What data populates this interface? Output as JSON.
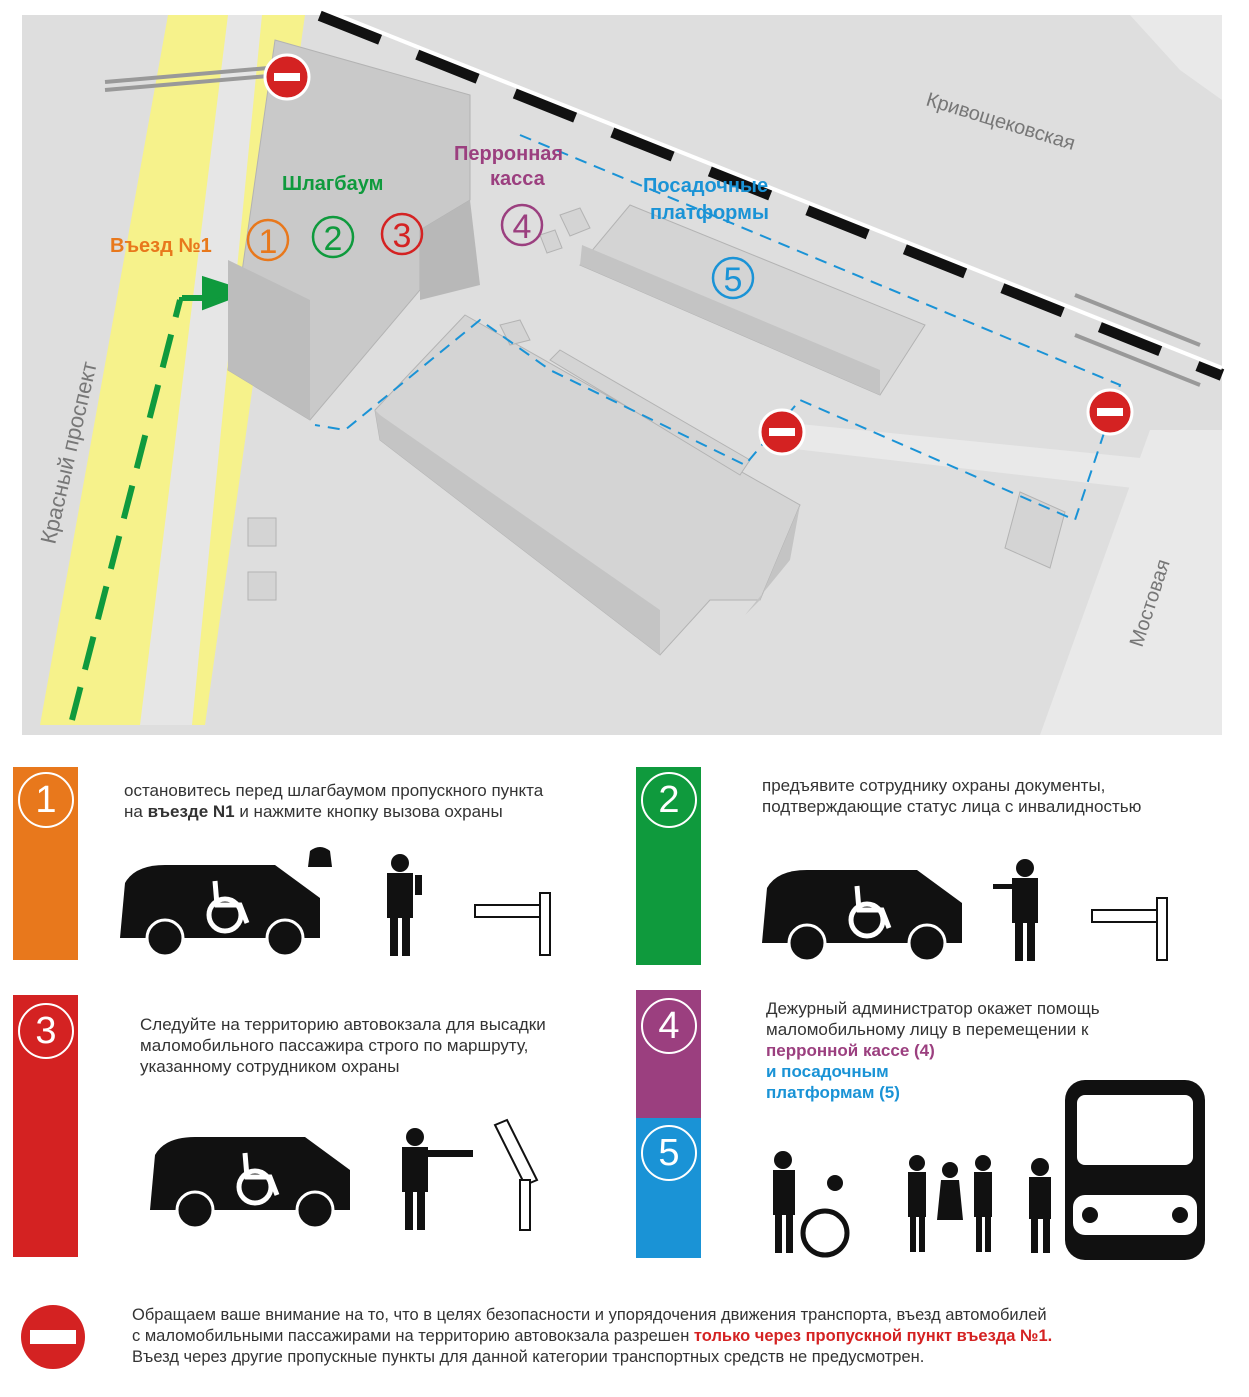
{
  "map": {
    "street_left": "Красный проспект",
    "street_top": "Кривощековская",
    "street_right": "Мостовая",
    "label_entry": "Въезд №1",
    "label_barrier": "Шлагбаум",
    "label_kassa_1": "Перронная",
    "label_kassa_2": "касса",
    "label_platform_1": "Посадочные",
    "label_platform_2": "платформы",
    "num1": "1",
    "num2": "2",
    "num3": "3",
    "num4": "4",
    "num5": "5",
    "colors": {
      "orange": "#e8781c",
      "green": "#0f9a3d",
      "red": "#d42222",
      "purple": "#9b3f7f",
      "blue": "#1a93d6",
      "yellow": "#f6f28b"
    }
  },
  "steps": {
    "s1": {
      "num": "1",
      "line1": "остановитесь перед шлагбаумом пропускного пункта",
      "line2_pre": "на ",
      "line2_bold": "въезде N1",
      "line2_post": " и нажмите кнопку вызова охраны"
    },
    "s2": {
      "num": "2",
      "line1": "предъявите сотруднику охраны документы,",
      "line2": "подтверждающие статус лица с инвалидностью"
    },
    "s3": {
      "num": "3",
      "line1": "Следуйте  на территорию автовокзала для высадки",
      "line2": "маломобильного пассажира строго по маршруту,",
      "line3": "указанному сотрудником охраны"
    },
    "s45": {
      "num4": "4",
      "num5": "5",
      "line1": "Дежурный администратор окажет помощь",
      "line2": "маломобильному лицу в перемещении к",
      "line3": "перронной кассе (4)",
      "line4": "и посадочным",
      "line5": "платформам (5)"
    }
  },
  "notice": {
    "line1": "Обращаем ваше внимание на то, что в целях безопасности и упорядочения движения транспорта, въезд автомобилей",
    "line2_pre": "с маломобильными пассажирами на территорию автовокзала разрешен ",
    "line2_red": "только через пропускной пункт въезда №1.",
    "line3": "Въезд через другие пропускные пункты для данной категории транспортных средств не предусмотрен."
  }
}
